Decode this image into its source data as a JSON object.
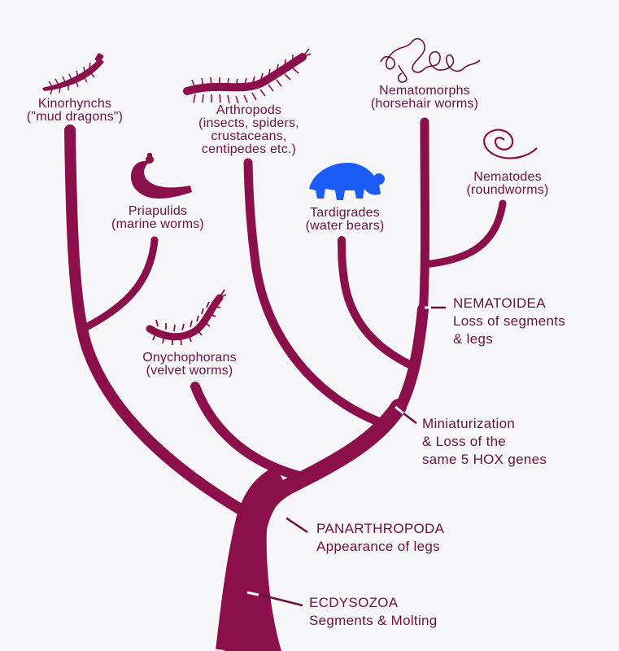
{
  "colors": {
    "branch": "#8a0f4a",
    "text": "#6a1040",
    "tardigrade": "#1a5cf5",
    "background": "#f7f6f9"
  },
  "taxa": [
    {
      "id": "kinorhynchs",
      "icon": "kinorhynch-icon",
      "lines": [
        "Kinorhynchs",
        "(\"mud dragons\")"
      ]
    },
    {
      "id": "priapulids",
      "icon": "priapulid-icon",
      "lines": [
        "Priapulids",
        "(marine worms)"
      ]
    },
    {
      "id": "arthropods",
      "icon": "centipede-icon",
      "lines": [
        "Arthropods",
        "(insects, spiders,",
        "crustaceans,",
        "centipedes etc.)"
      ]
    },
    {
      "id": "onychophorans",
      "icon": "velvet-worm-icon",
      "lines": [
        "Onychophorans",
        "(velvet worms)"
      ]
    },
    {
      "id": "tardigrades",
      "icon": "water-bear-icon",
      "lines": [
        "Tardigrades",
        "(water bears)"
      ]
    },
    {
      "id": "nematomorphs",
      "icon": "horsehair-worm-icon",
      "lines": [
        "Nematomorphs",
        "(horsehair worms)"
      ]
    },
    {
      "id": "nematodes",
      "icon": "roundworm-icon",
      "lines": [
        "Nematodes",
        "(roundworms)"
      ]
    }
  ],
  "nodes": [
    {
      "id": "nematoidea",
      "lines": [
        "NEMATOIDEA",
        "Loss of segments",
        "& legs"
      ]
    },
    {
      "id": "miniaturization",
      "lines": [
        "Miniaturization",
        "& Loss of the",
        "same 5 HOX genes"
      ]
    },
    {
      "id": "panarthropoda",
      "lines": [
        "PANARTHROPODA",
        "Appearance of legs"
      ]
    },
    {
      "id": "ecdysozoa",
      "lines": [
        "ECDYSOZOA",
        "Segments & Molting"
      ]
    }
  ]
}
